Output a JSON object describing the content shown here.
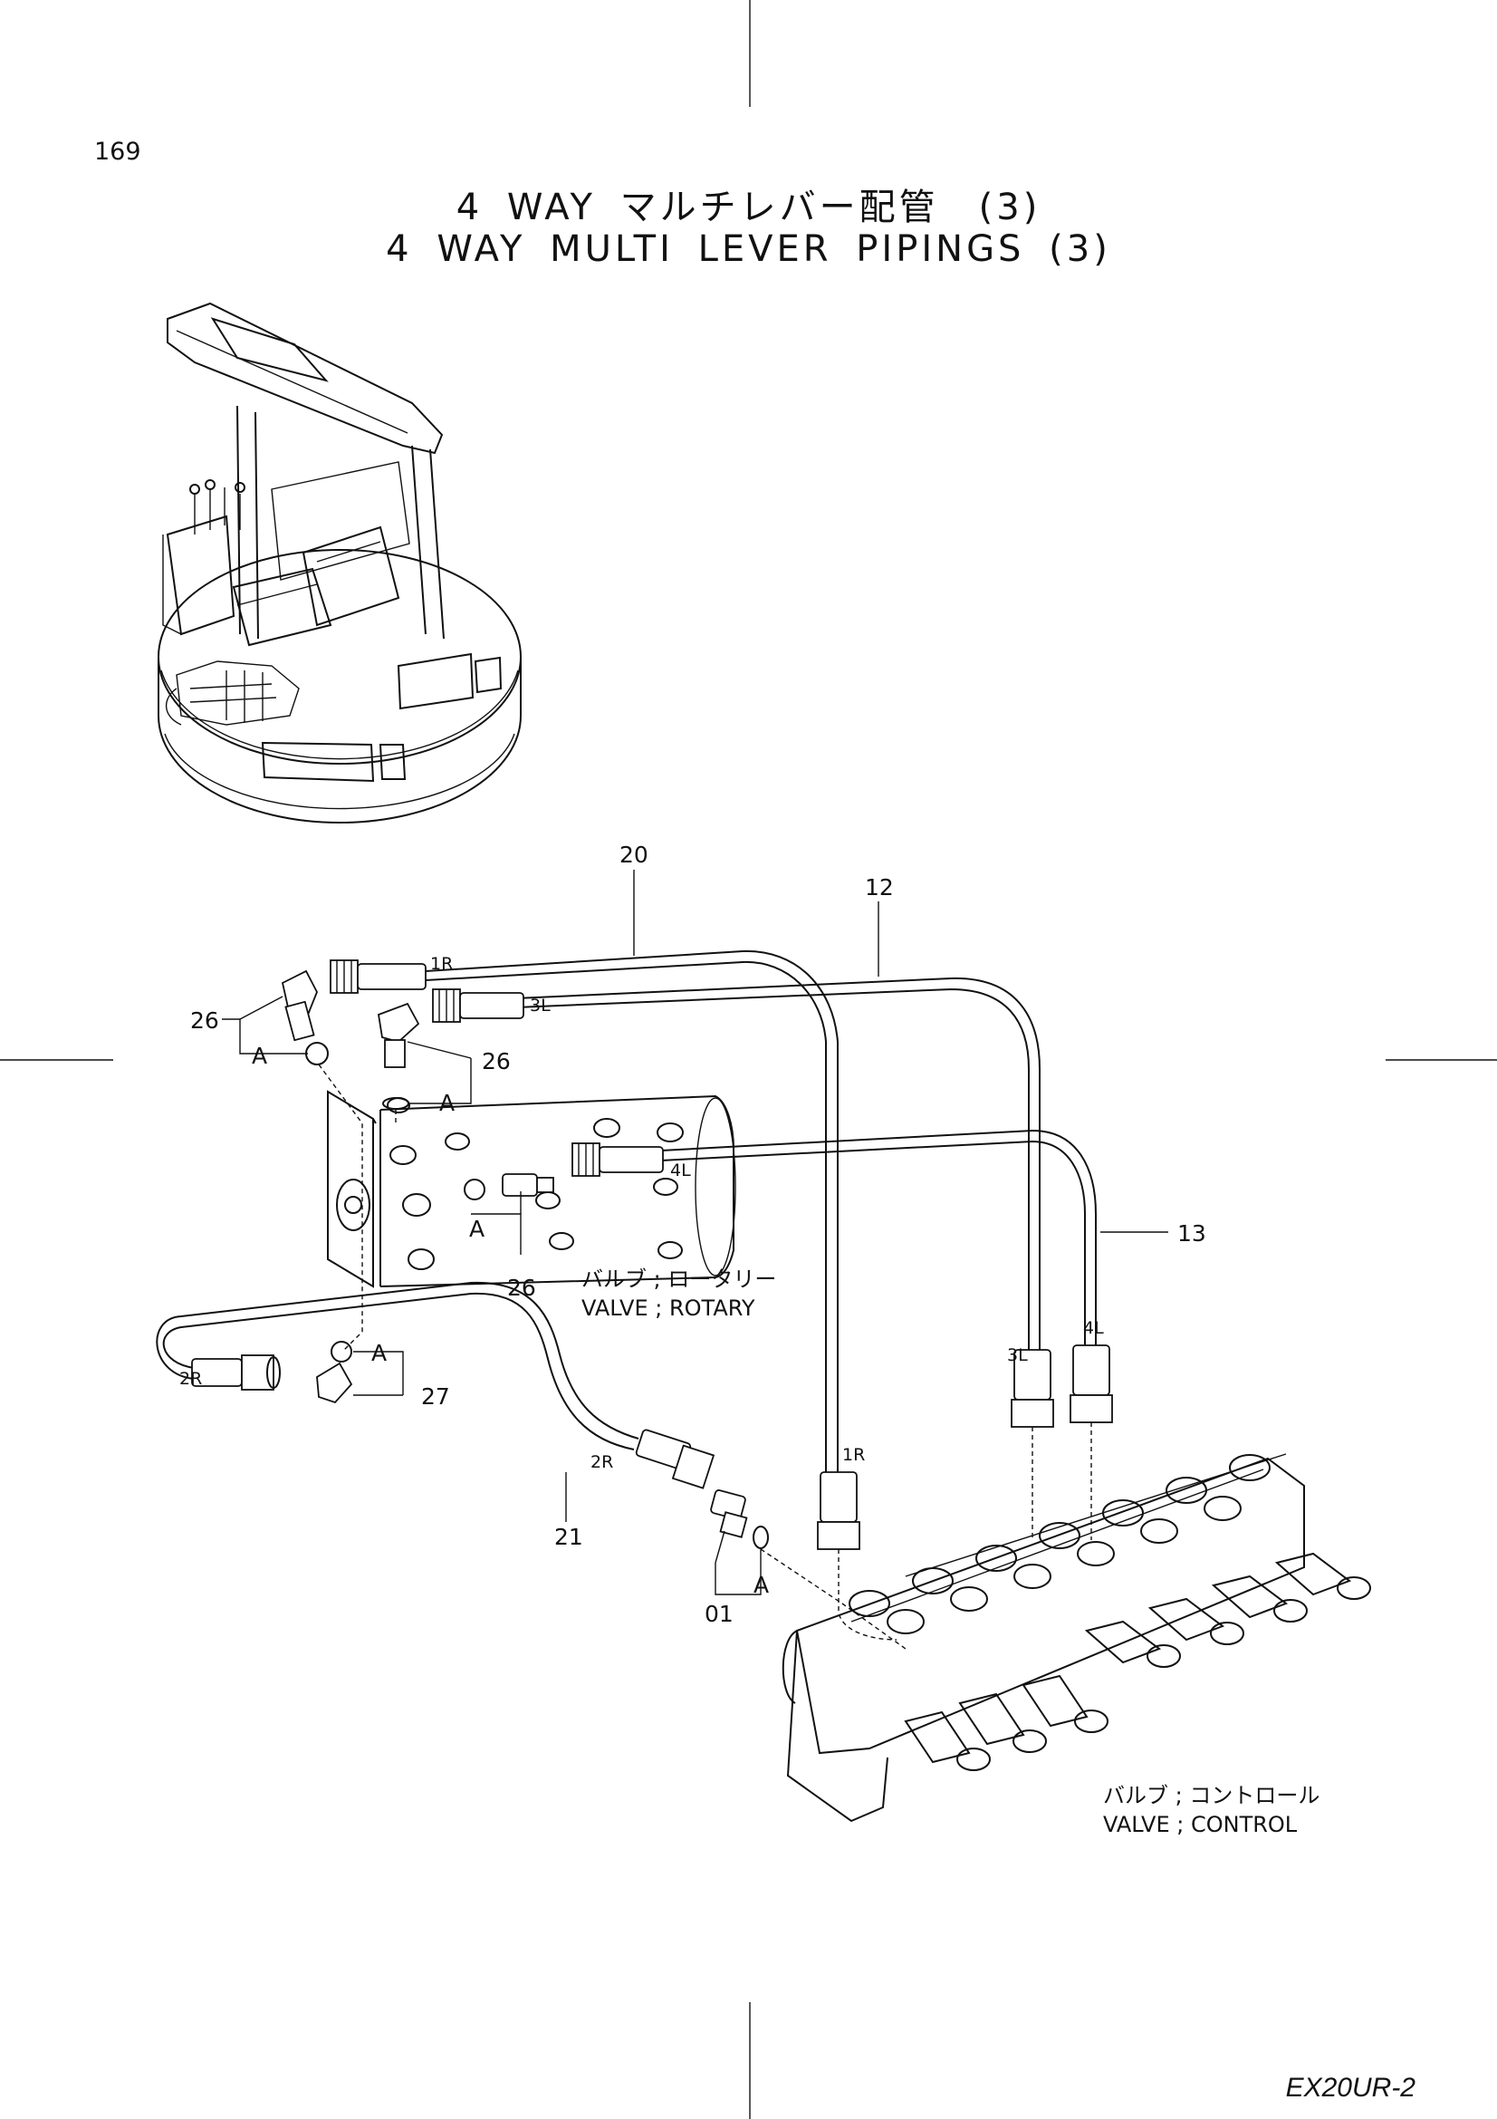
{
  "page_number": "169",
  "title_jp": "4 WAY マルチレバー配管　(3)",
  "title_en": "4 WAY MULTI LEVER PIPINGS (3)",
  "callouts": {
    "c20": "20",
    "c12": "12",
    "c26a": "26",
    "c26b": "26",
    "c26c": "26",
    "c13": "13",
    "c27": "27",
    "c21": "21",
    "c01": "01"
  },
  "detail_marks": {
    "a1": "A",
    "a2": "A",
    "a3": "A",
    "a4": "A",
    "a5": "A"
  },
  "port_labels": {
    "r1_top": "1R",
    "l3_top": "3L",
    "l4_mid": "4L",
    "r2_left": "2R",
    "r2_lower": "2R",
    "l3_valve": "3L",
    "l4_valve": "4L",
    "r1_valve": "1R"
  },
  "captions": {
    "rotary_jp": "バルブ ; ロータリー",
    "rotary_en": "VALVE ; ROTARY",
    "control_jp": "バルブ ; コントロール",
    "control_en": "VALVE ; CONTROL"
  },
  "model": "EX20UR-2"
}
